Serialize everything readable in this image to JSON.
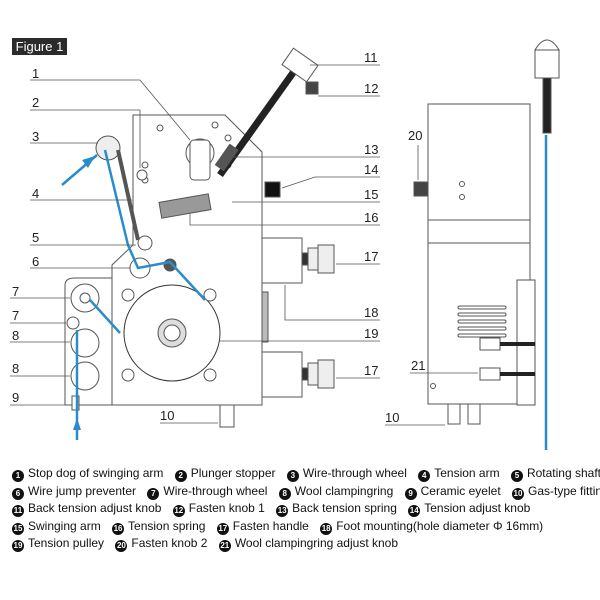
{
  "figure_label": "Figure 1",
  "thread_color": "#2a8cc8",
  "front_view_callouts": [
    {
      "id": "c1",
      "text": "1"
    },
    {
      "id": "c2",
      "text": "2"
    },
    {
      "id": "c3",
      "text": "3"
    },
    {
      "id": "c4",
      "text": "4"
    },
    {
      "id": "c5",
      "text": "5"
    },
    {
      "id": "c6",
      "text": "6"
    },
    {
      "id": "c7a",
      "text": "7"
    },
    {
      "id": "c7b",
      "text": "7"
    },
    {
      "id": "c8a",
      "text": "8"
    },
    {
      "id": "c8b",
      "text": "8"
    },
    {
      "id": "c9",
      "text": "9"
    },
    {
      "id": "c10",
      "text": "10"
    },
    {
      "id": "c11",
      "text": "11"
    },
    {
      "id": "c12",
      "text": "12"
    },
    {
      "id": "c13",
      "text": "13"
    },
    {
      "id": "c14",
      "text": "14"
    },
    {
      "id": "c15",
      "text": "15"
    },
    {
      "id": "c16",
      "text": "16"
    },
    {
      "id": "c17a",
      "text": "17"
    },
    {
      "id": "c18",
      "text": "18"
    },
    {
      "id": "c19",
      "text": "19"
    },
    {
      "id": "c17b",
      "text": "17"
    }
  ],
  "side_view_callouts": [
    {
      "id": "c20",
      "text": "20"
    },
    {
      "id": "c21",
      "text": "21"
    },
    {
      "id": "c10s",
      "text": "10"
    }
  ],
  "legend": {
    "rows": [
      [
        {
          "num": "1",
          "label": "Stop dog of swinging arm"
        },
        {
          "num": "2",
          "label": "Plunger stopper"
        },
        {
          "num": "3",
          "label": "Wire-through wheel"
        },
        {
          "num": "4",
          "label": "Tension arm"
        },
        {
          "num": "5",
          "label": "Rotating shaft"
        }
      ],
      [
        {
          "num": "6",
          "label": "Wire jump preventer"
        },
        {
          "num": "7",
          "label": "Wire-through wheel"
        },
        {
          "num": "8",
          "label": "Wool clampingring"
        },
        {
          "num": "9",
          "label": "Ceramic eyelet"
        },
        {
          "num": "10",
          "label": "Gas-type fitting"
        }
      ],
      [
        {
          "num": "11",
          "label": "Back tension adjust knob"
        },
        {
          "num": "12",
          "label": "Fasten knob 1"
        },
        {
          "num": "13",
          "label": "Back tension spring"
        },
        {
          "num": "14",
          "label": "Tension adjust knob"
        }
      ],
      [
        {
          "num": "15",
          "label": "Swinging arm"
        },
        {
          "num": "16",
          "label": "Tension spring"
        },
        {
          "num": "17",
          "label": "Fasten handle"
        },
        {
          "num": "18",
          "label": "Foot mounting(hole diameter Φ 16mm)"
        }
      ],
      [
        {
          "num": "19",
          "label": "Tension pulley"
        },
        {
          "num": "20",
          "label": "Fasten knob 2"
        },
        {
          "num": "21",
          "label": "Wool clampingring adjust knob"
        }
      ]
    ]
  }
}
